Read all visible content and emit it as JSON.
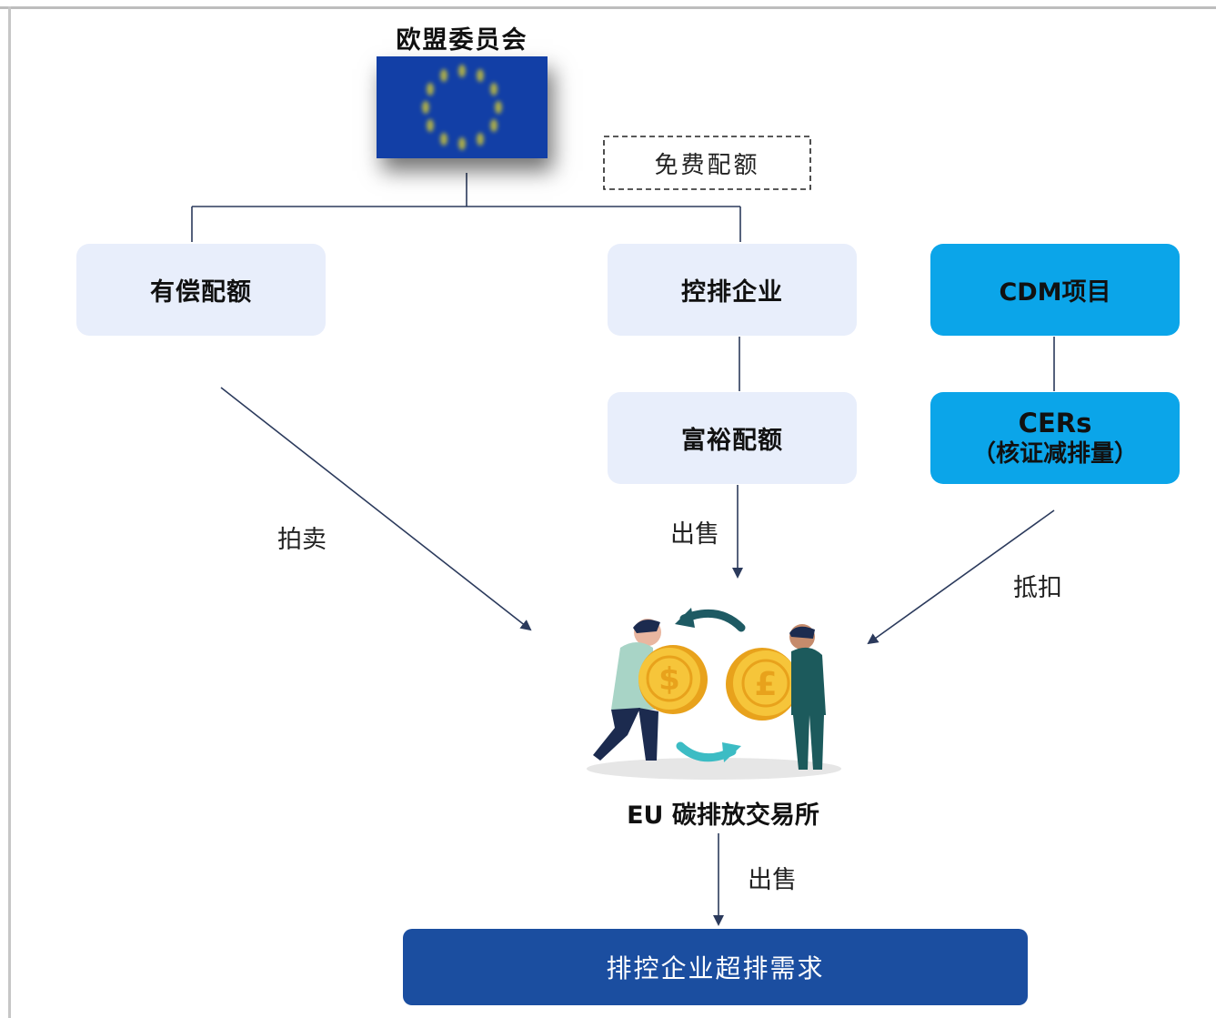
{
  "commission": {
    "title": "欧盟委员会",
    "icon": "eu-flag-icon"
  },
  "free_allowance": {
    "label": "免费配额"
  },
  "paid_allowance": {
    "label": "有偿配额"
  },
  "controlled_enterprise": {
    "label": "控排企业"
  },
  "surplus_allowance": {
    "label": "富裕配额"
  },
  "cdm_project": {
    "label": "CDM项目"
  },
  "cers": {
    "line1": "CERs",
    "line2": "（核证减排量）"
  },
  "edges": {
    "auction": "拍卖",
    "sell_1": "出售",
    "offset": "抵扣",
    "sell_2": "出售"
  },
  "exchange": {
    "label": "EU 碳排放交易所",
    "icon": "currency-exchange-icon"
  },
  "demand": {
    "label": "排控企业超排需求"
  },
  "colors": {
    "light_box": "#e8eefb",
    "cyan_box": "#0ba5e9",
    "demand_box": "#1b4ea0",
    "arrow": "#2b3a5c"
  }
}
